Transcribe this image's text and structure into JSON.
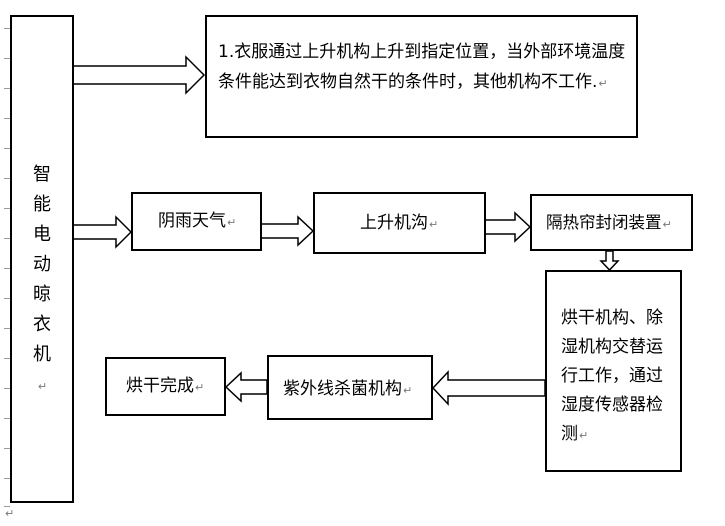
{
  "nodes": {
    "main": {
      "label": "智能电动晾衣机"
    },
    "note": {
      "label": "1.衣服通过上升机构上升到指定位置，当外部环境温度条件能达到衣物自然干的条件时，其他机构不工作."
    },
    "rainy": {
      "label": "阴雨天气"
    },
    "lift": {
      "label": "上升机沟"
    },
    "curtain": {
      "label": "隔热帘封闭装置"
    },
    "dry": {
      "label": "烘干机构、除湿机构交替运行工作，通过湿度传感器检测"
    },
    "uv": {
      "label": "紫外线杀菌机构"
    },
    "done": {
      "label": "烘干完成"
    }
  },
  "paragraph_mark": "↵"
}
